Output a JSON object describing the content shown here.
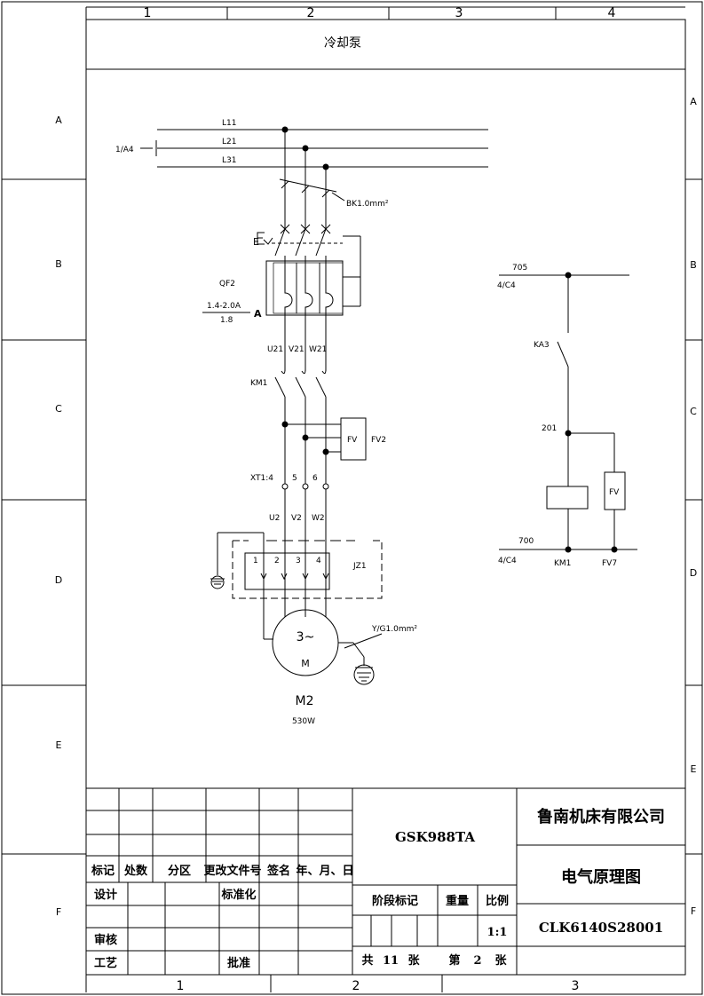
{
  "frame": {
    "cols_top": [
      "1",
      "2",
      "3",
      "4"
    ],
    "cols_bottom": [
      "1",
      "2",
      "3"
    ],
    "rows_left": [
      "A",
      "B",
      "C",
      "D",
      "E",
      "F"
    ],
    "rows_right": [
      "A",
      "B",
      "C",
      "D",
      "E",
      "F"
    ]
  },
  "header": {
    "title": "冷却泵"
  },
  "power": {
    "l1": "L11",
    "l2": "L21",
    "l3": "L31",
    "source_ref": "1/A4",
    "cable": "BK1.0mm²"
  },
  "breaker": {
    "symbol": "E",
    "name": "QF2",
    "range": "1.4-2.0A",
    "setting": "1.8",
    "mark": "A"
  },
  "wires": {
    "u": "U21",
    "v": "V21",
    "w": "W21"
  },
  "contactor": {
    "name": "KM1"
  },
  "protector": {
    "box": "FV",
    "name": "FV2"
  },
  "terminal": {
    "name": "XT1:4",
    "t5": "5",
    "t6": "6"
  },
  "motor_wires": {
    "u": "U2",
    "v": "V2",
    "w": "W2"
  },
  "connector": {
    "name": "JZ1",
    "p1": "1",
    "p2": "2",
    "p3": "3",
    "p4": "4"
  },
  "motor": {
    "symbol": "3~",
    "letter": "M",
    "name": "M2",
    "power": "530W",
    "ground_cable": "Y/G1.0mm²"
  },
  "control": {
    "top_wire": "705",
    "top_ref": "4/C4",
    "contact": "KA3",
    "node": "201",
    "bottom_wire": "700",
    "bottom_ref": "4/C4",
    "coil_label": "KM1",
    "fv_box": "FV",
    "fv_label": "FV7"
  },
  "title_block": {
    "model": "GSK988TA",
    "company": "鲁南机床有限公司",
    "drawing_title": "电气原理图",
    "drawing_no": "CLK6140S28001",
    "hdr_mark": "标记",
    "hdr_count": "处数",
    "hdr_zone": "分区",
    "hdr_doc": "更改文件号",
    "hdr_sign": "签名",
    "hdr_date": "年、月、日",
    "design": "设计",
    "standard": "标准化",
    "review": "审核",
    "process": "工艺",
    "approve": "批准",
    "stage": "阶段标记",
    "weight": "重量",
    "scale_label": "比例",
    "scale": "1:1",
    "sheets_pre": "共",
    "sheets_total": "11",
    "sheets_unit": "张",
    "sheet_pre": "第",
    "sheet_no": "2",
    "sheet_unit": "张"
  }
}
